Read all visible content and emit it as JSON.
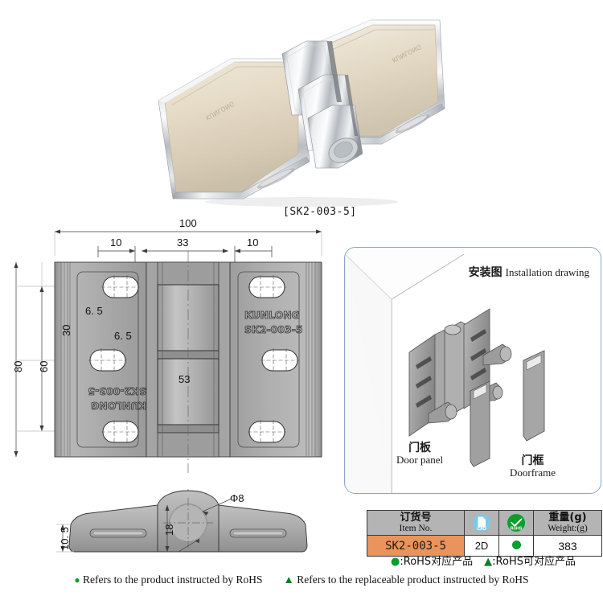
{
  "product": {
    "model_label": "[SK2-003-5]",
    "engraving_brand": "KUNLONG",
    "engraving_model": "SK2-003-5"
  },
  "drawing": {
    "top_view": {
      "overall_width": "100",
      "left_offset": "10",
      "center_span": "33",
      "right_offset": "10",
      "overall_height": "80",
      "hole_span_outer": "60",
      "hole_span_inner": "30",
      "slot_offset_a": "6. 5",
      "slot_offset_b": "6. 5",
      "hole_center_span": "53"
    },
    "bottom_view": {
      "plate_thickness": "10. 5",
      "knuckle_height": "18",
      "pin_diameter": "Φ8"
    }
  },
  "install_panel": {
    "title_cn": "安装图",
    "title_en": "Installation drawing",
    "door_panel_cn": "门板",
    "door_panel_en": "Door panel",
    "doorframe_cn": "门框",
    "doorframe_en": "Doorframe"
  },
  "spec_table": {
    "headers": [
      {
        "cn": "订货号",
        "en": "Item No."
      },
      {
        "cn": "",
        "en": "",
        "icon": "cad-icon",
        "icon_label": "CAD"
      },
      {
        "cn": "",
        "en": "",
        "icon": "rohs-icon",
        "icon_label": "RoHS"
      },
      {
        "cn": "重量(g)",
        "en": "Weight:(g)"
      }
    ],
    "row": {
      "item_no": "SK2-003-5",
      "cad": "2D",
      "rohs": "●",
      "weight": "383"
    }
  },
  "legend_cn": {
    "mark_circle": "●",
    "text_circle": ":RoHS对应产品",
    "mark_triangle": "▲",
    "text_triangle": ":RoHS可对应产品"
  },
  "legend_en": {
    "mark_circle": "●",
    "text_circle": "Refers to the product instructed by RoHS",
    "mark_triangle": "▲",
    "text_triangle": "Refers to the replaceable product instructed by RoHS"
  },
  "colors": {
    "accent_orange": "#e8945b",
    "rohs_green": "#0a9e2e",
    "cad_blue": "#7ec8e8",
    "panel_border": "#8aa7c4",
    "header_gray": "#b4b4b4"
  }
}
